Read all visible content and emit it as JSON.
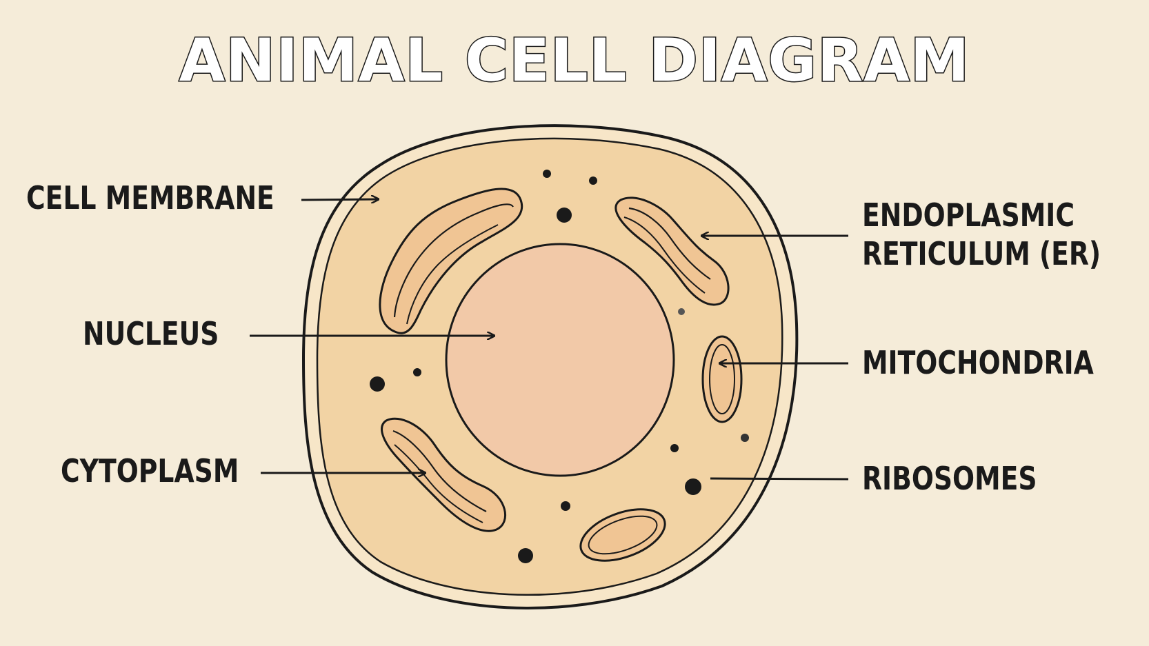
{
  "title": "ANIMAL CELL DIAGRAM",
  "labels": {
    "cell_membrane": "CELL MEMBRANE",
    "nucleus": "NUCLEUS",
    "cytoplasm": "CYTOPLASM",
    "er_line1": "ENDOPLASMIC",
    "er_line2": "RETICULUM (ER)",
    "mitochondria": "MITOCHONDRIA",
    "ribosomes": "RIBOSOMES"
  },
  "colors": {
    "background": "#f5ecd9",
    "cytoplasm": "#f2d3a4",
    "nucleus": "#f2c9a8",
    "organelle": "#f0c594",
    "outline": "#1a1a1a"
  }
}
